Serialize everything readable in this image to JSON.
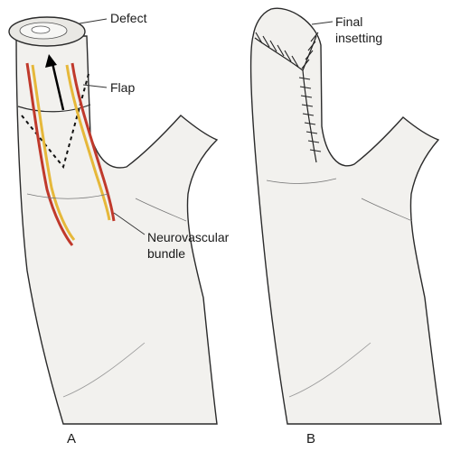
{
  "panels": [
    {
      "letter": "A",
      "labels": {
        "defect": "Defect",
        "flap": "Flap",
        "neurovascular_line1": "Neurovascular",
        "neurovascular_line2": "bundle"
      }
    },
    {
      "letter": "B",
      "labels": {
        "final_line1": "Final",
        "final_line2": "insetting"
      }
    }
  ],
  "colors": {
    "skin": "#f2f1ee",
    "outline": "#2b2b2b",
    "nerve": "#e6b83a",
    "artery": "#c0392b",
    "suture": "#222222"
  }
}
